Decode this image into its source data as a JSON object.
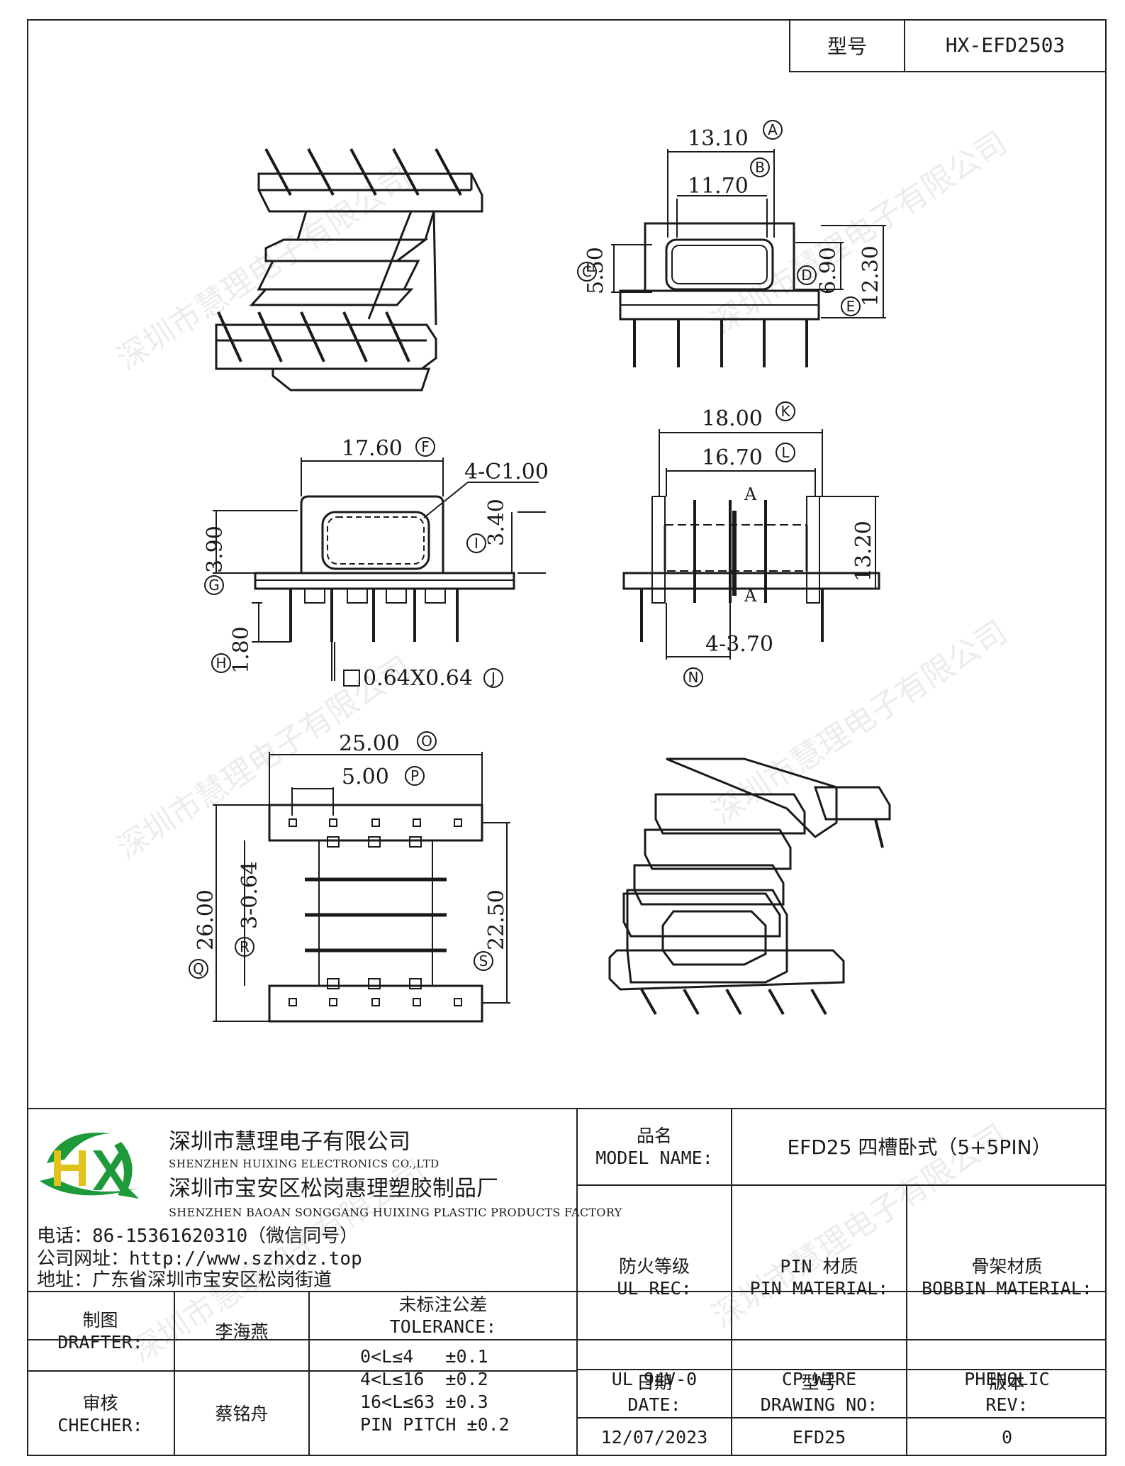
{
  "header": {
    "model_label": "型号",
    "model_value": "HX-EFD2503"
  },
  "dims": {
    "a": "13.10",
    "b": "11.70",
    "c": "5.50",
    "d": "6.90",
    "e": "12.30",
    "f": "17.60",
    "chamfer": "4-C1.00",
    "g": "3.90",
    "i": "3.40",
    "h": "1.80",
    "j": "0.64X0.64",
    "k": "18.00",
    "l": "16.70",
    "m": "13.20",
    "n": "4-3.70",
    "o": "25.00",
    "p": "5.00",
    "q": "26.00",
    "r": "3-0.64",
    "s": "22.50",
    "section_mark": "A"
  },
  "markers": [
    "A",
    "B",
    "C",
    "D",
    "E",
    "F",
    "G",
    "H",
    "I",
    "J",
    "K",
    "L",
    "N",
    "O",
    "P",
    "Q",
    "R",
    "S"
  ],
  "watermark": "深圳市慧理电子有限公司",
  "company": {
    "name_cn": "深圳市慧理电子有限公司",
    "name_en": "SHENZHEN HUIXING ELECTRONICS CO.,LTD",
    "factory_cn": "深圳市宝安区松岗惠理塑胶制品厂",
    "factory_en": "SHENZHEN BAOAN SONGGANG HUIXING PLASTIC PRODUCTS FACTORY",
    "phone": "电话：86-15361620310（微信同号）",
    "web": "公司网址：http://www.szhxdz.top",
    "address": "地址：广东省深圳市宝安区松岗街道",
    "logo_letters": "HX",
    "logo_green": "#1e9a3a",
    "logo_yellow": "#e0c21a"
  },
  "model_name": {
    "label_cn": "品名",
    "label_en": "MODEL NAME:",
    "value": "EFD25 四槽卧式（5+5PIN）"
  },
  "ul_rec": {
    "label_cn": "防火等级",
    "label_en": "UL REC:",
    "value": "UL 94V-0"
  },
  "pin_material": {
    "label_cn": "PIN 材质",
    "label_en": "PIN MATERIAL:",
    "value": "CP WIRE"
  },
  "bobbin_material": {
    "label_cn": "骨架材质",
    "label_en": "BOBBIN MATERIAL:",
    "value": "PHENOLIC"
  },
  "drafter": {
    "label_cn": "制图",
    "label_en": "DRAFTER:",
    "value": "李海燕"
  },
  "checker": {
    "label_cn": "审核",
    "label_en": "CHECHER:",
    "value": "蔡铭舟"
  },
  "tolerance": {
    "label_cn": "未标注公差",
    "label_en": "TOLERANCE:",
    "rows": [
      "0<L≤4   ±0.1",
      "4<L≤16  ±0.2",
      "16<L≤63 ±0.3",
      "PIN PITCH ±0.2"
    ]
  },
  "date": {
    "label_cn": "日期",
    "label_en": "DATE:",
    "value": "12/07/2023"
  },
  "drawing_no": {
    "label_cn": "型号",
    "label_en": "DRAWING NO:",
    "value": "EFD25"
  },
  "rev": {
    "label_cn": "版本",
    "label_en": "REV:",
    "value": "0"
  }
}
